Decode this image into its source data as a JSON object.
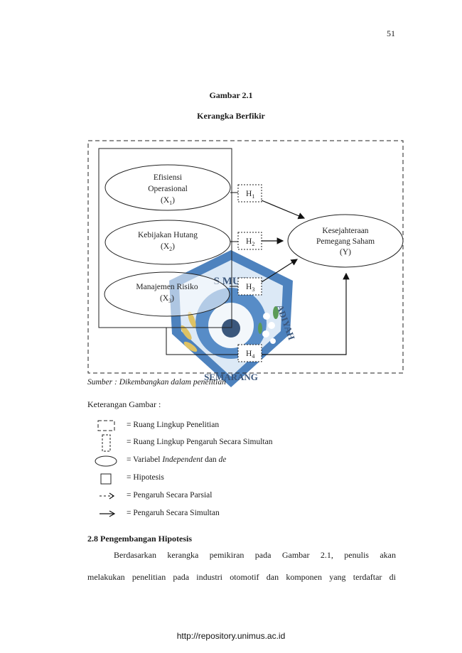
{
  "page_number": "51",
  "figure": {
    "title": "Gambar 2.1",
    "subtitle": "Kerangka Berfikir",
    "nodes": {
      "x1": {
        "line1": "Efisiensi",
        "line2": "Operasional",
        "var": "X",
        "sub": "1"
      },
      "x2": {
        "line1": "Kebijakan Hutang",
        "var": "X",
        "sub": "2"
      },
      "x3": {
        "line1": "Manajemen Risiko",
        "var": "X",
        "sub": "3"
      },
      "y": {
        "line1": "Kesejahteraan",
        "line2": "Pemegang Saham",
        "line3": "(Y)"
      }
    },
    "hypotheses": {
      "h1": {
        "label": "H",
        "sub": "1"
      },
      "h2": {
        "label": "H",
        "sub": "2"
      },
      "h3": {
        "label": "H",
        "sub": "3"
      },
      "h4": {
        "label": "H",
        "sub": "4"
      }
    },
    "source": "Sumber : Dikembangkan dalam penelitian"
  },
  "legend": {
    "title": "Keterangan Gambar :",
    "items": {
      "scope": "= Ruang Lingkup Penelitian",
      "simultaneous_scope": "= Ruang Lingkup Pengaruh Secara Simultan",
      "variable_prefix": "= Variabel ",
      "variable_italic1": "Independent",
      "variable_mid": " dan ",
      "variable_italic2": "de",
      "hypothesis": "= Hipotesis",
      "partial": "= Pengaruh Secara Parsial",
      "simultaneous": "= Pengaruh Secara Simultan"
    }
  },
  "section": {
    "heading": "2.8  Pengembangan Hipotesis",
    "para_line1": "Berdasarkan kerangka pemikiran pada Gambar 2.1, penulis akan",
    "para_line2": "melakukan penelitian pada industri otomotif dan komponen  yang terdaftar di"
  },
  "footer": "http://repository.unimus.ac.id",
  "watermark": {
    "text_top": "S MUH",
    "text_right": "ADIYAH",
    "text_bottom": "SEMARANG",
    "color": "#1a5fa8"
  }
}
